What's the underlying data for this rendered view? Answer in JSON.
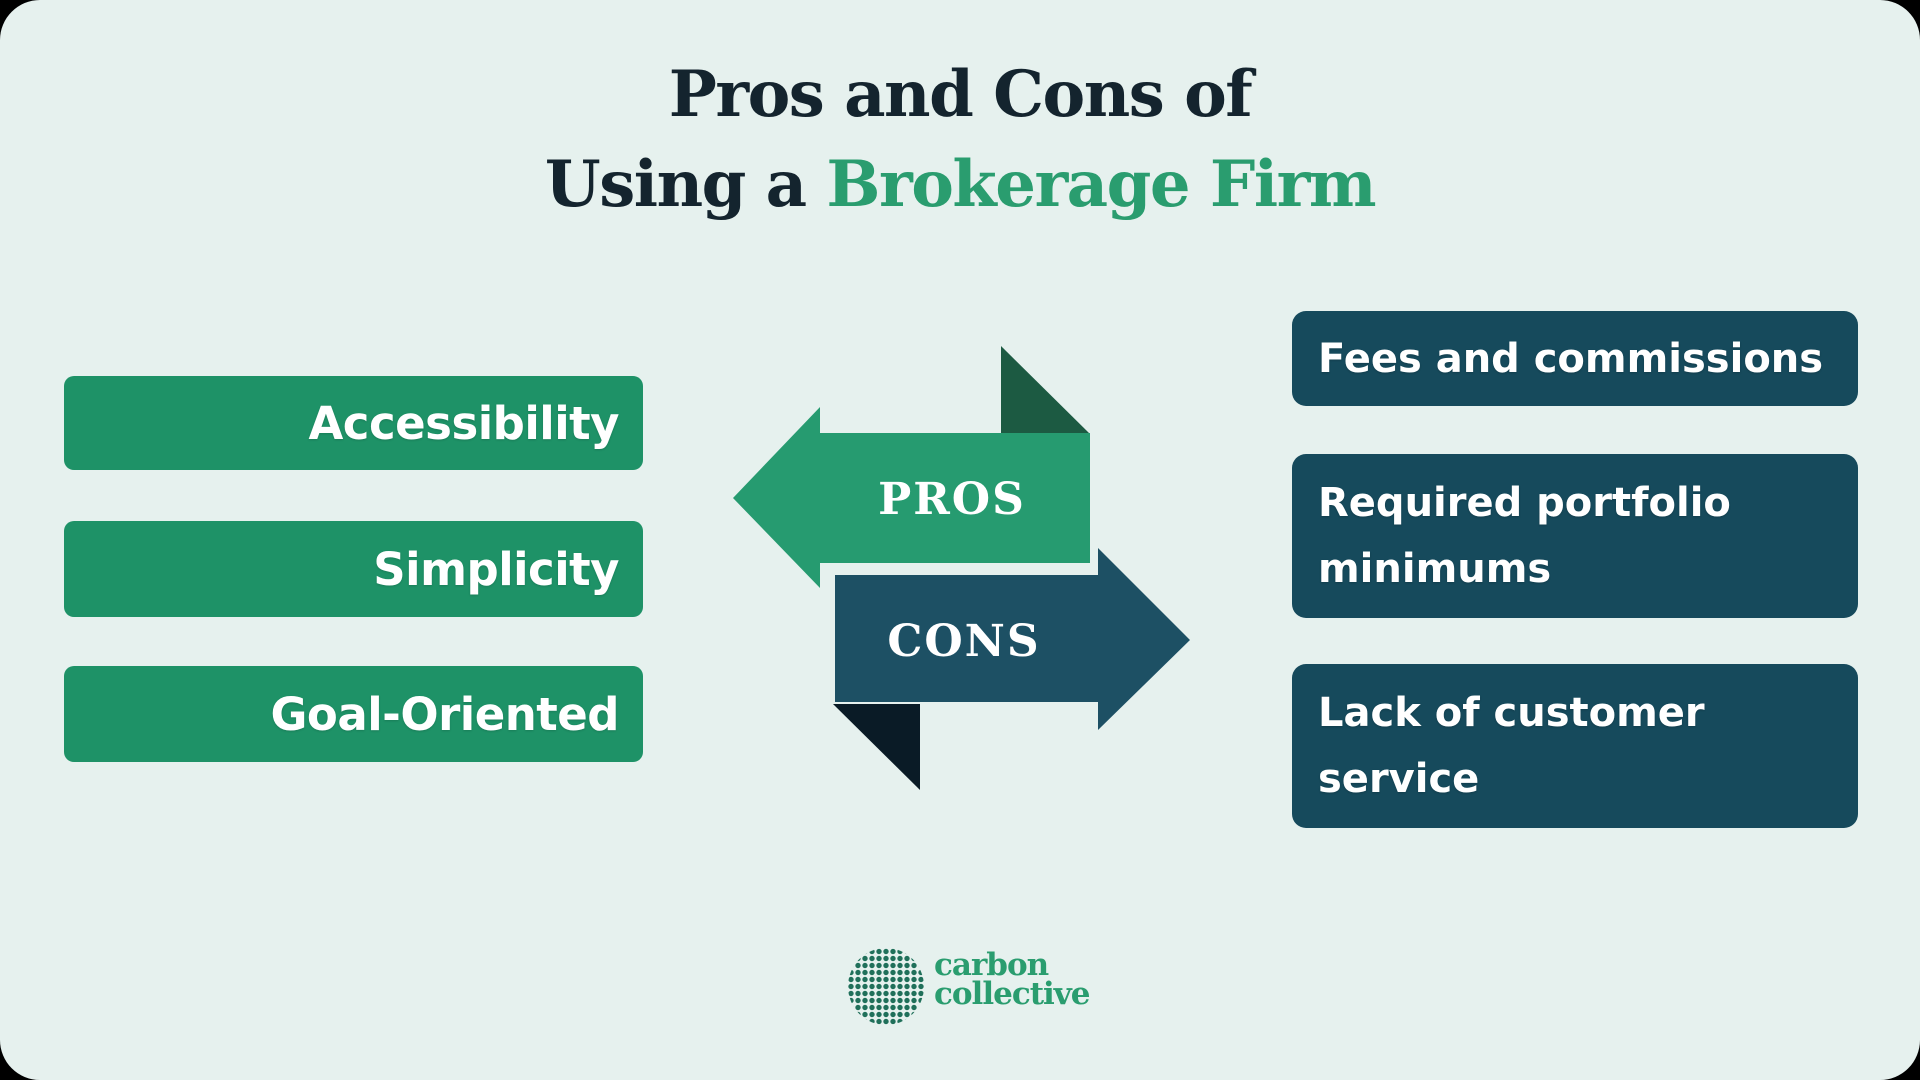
{
  "title": {
    "line1": "Pros and Cons of",
    "line2_prefix": "Using a ",
    "line2_highlight": "Brokerage Firm"
  },
  "pros": {
    "label": "PROS",
    "items": [
      "Accessibility",
      "Simplicity",
      "Goal-Oriented"
    ]
  },
  "cons": {
    "label": "CONS",
    "items": [
      "Fees and commissions",
      "Required portfolio minimums",
      "Lack of customer service"
    ]
  },
  "logo": {
    "wordmark_line1": "carbon",
    "wordmark_line2": "collective",
    "globe_icon": "halftone-dot-globe"
  },
  "colors": {
    "background": "#e6f1ee",
    "title_dark": "#14242e",
    "accent_green": "#269b70",
    "box_green": "#1e9267",
    "fold_green": "#1c5a42",
    "arrow_teal": "#1d5064",
    "box_teal": "#164a5c",
    "fold_navy": "#0a1b26",
    "logo_green": "#2a9d6f",
    "text_on_fill": "#ffffff"
  }
}
